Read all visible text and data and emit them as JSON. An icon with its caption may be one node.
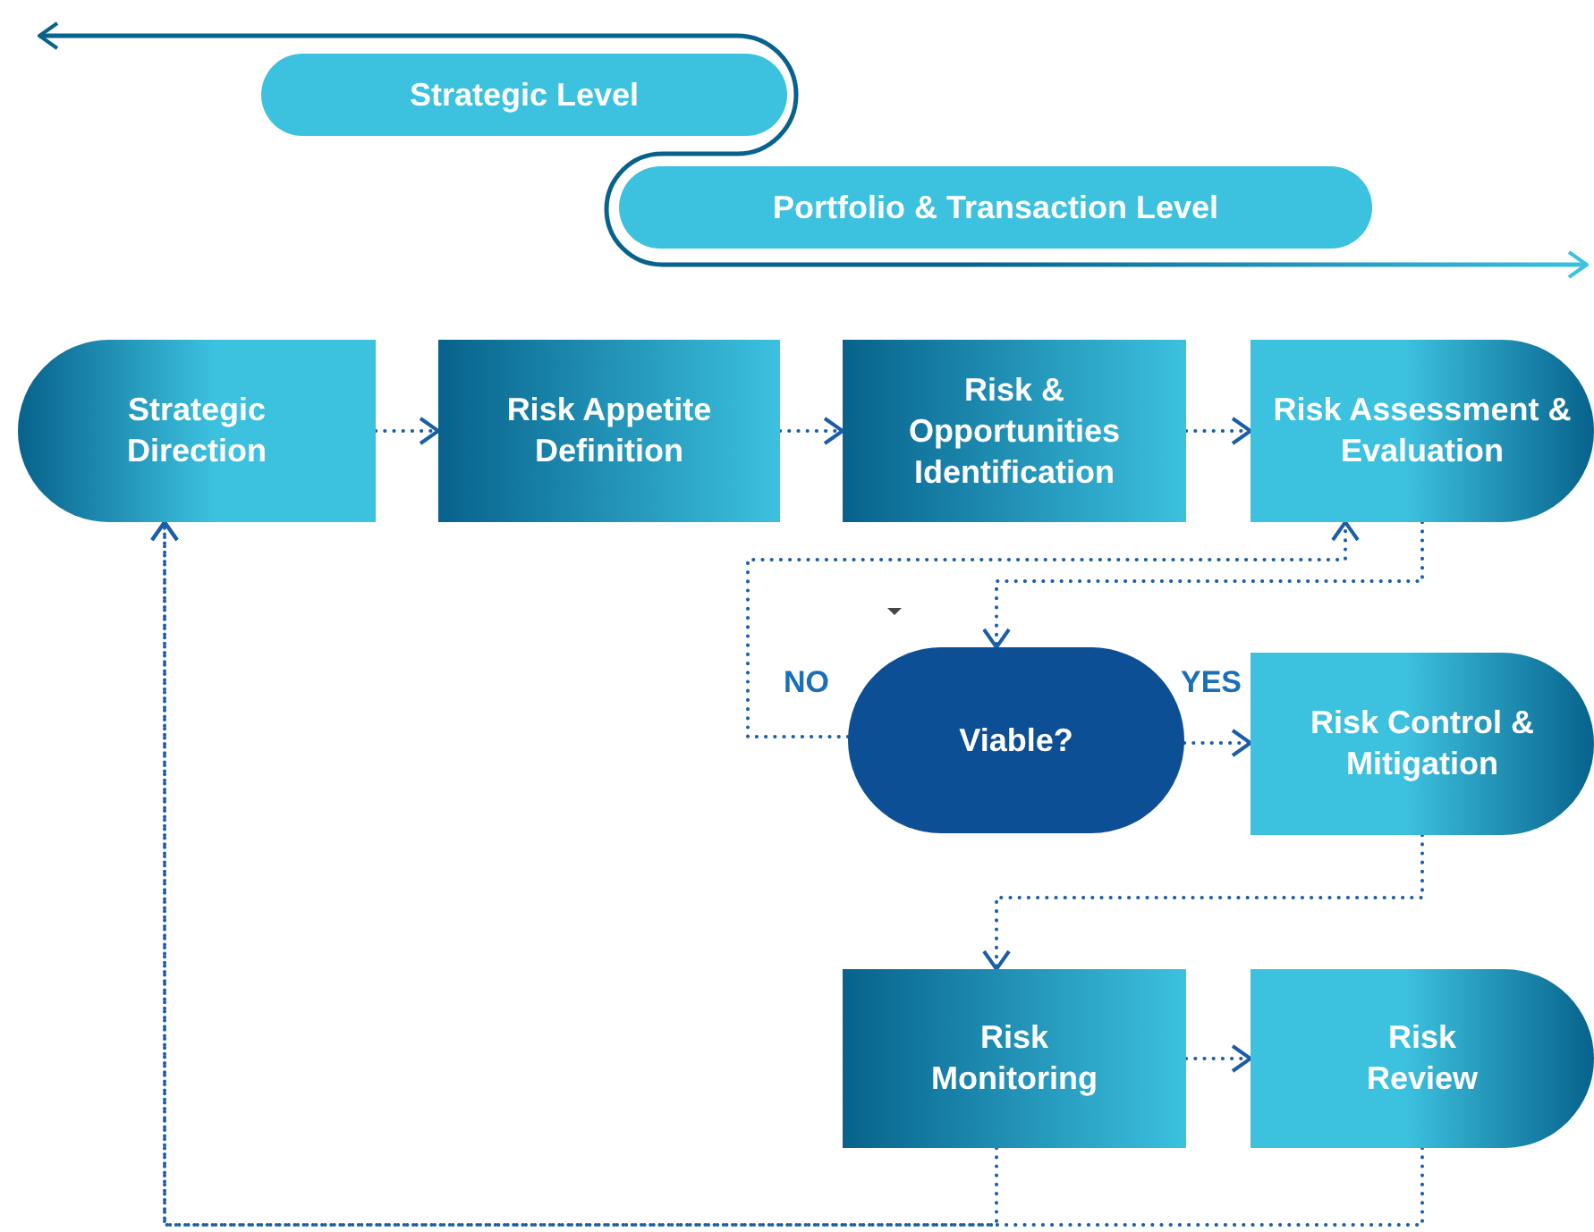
{
  "diagram": {
    "nodes": [
      {
        "text": [
          "Strategic Level"
        ]
      },
      {
        "text": [
          "Portfolio & Transaction Level"
        ]
      },
      {
        "text": [
          "Strategic Direction"
        ]
      },
      {
        "text": [
          "Risk Appetite Definition"
        ]
      },
      {
        "text": [
          "Risk & Opportunities Identification"
        ]
      },
      {
        "text": [
          "Risk Assessment & Evaluation"
        ]
      },
      {
        "text": [
          "Viable?"
        ]
      },
      {
        "text": [
          "Risk Control & Mitigation"
        ]
      },
      {
        "text": [
          "Risk Monitoring"
        ]
      },
      {
        "text": [
          "Risk Review"
        ]
      }
    ],
    "edges": [
      {
        "from": 2,
        "to": 3,
        "arrow": "to"
      },
      {
        "from": 3,
        "to": 4,
        "arrow": "to"
      },
      {
        "from": 4,
        "to": 5,
        "arrow": "to"
      },
      {
        "from": 5,
        "to": 6,
        "arrow": "to"
      },
      {
        "from": 6,
        "to": 5,
        "arrow": "to",
        "label": "NO"
      },
      {
        "from": 6,
        "to": 7,
        "arrow": "to",
        "label": "YES"
      },
      {
        "from": 7,
        "to": 8,
        "arrow": "to"
      },
      {
        "from": 8,
        "to": 9,
        "arrow": "to"
      },
      {
        "from": 8,
        "to": 2,
        "arrow": "to"
      },
      {
        "from": 9,
        "to": 2,
        "arrow": "to"
      }
    ]
  }
}
